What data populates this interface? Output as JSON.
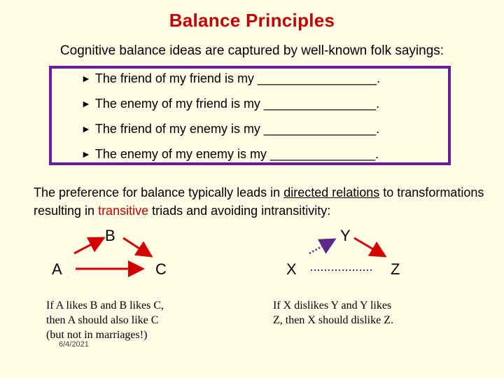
{
  "title": "Balance Principles",
  "subtitle": "Cognitive balance ideas are captured by well-known folk sayings:",
  "sayings": [
    "The friend of my friend is my _________________.",
    "The enemy of my friend is my ________________.",
    "The friend of my enemy is my ________________.",
    "The enemy of my enemy is my _______________."
  ],
  "bullet_glyph": "►",
  "paragraph": {
    "part1": "The preference for balance typically leads in ",
    "directed": "directed relations",
    "part2": " to transformations resulting in ",
    "transitive": "transitive",
    "part3": " triads and avoiding intransitivity:"
  },
  "left_triad": {
    "nodes": {
      "a": "A",
      "b": "B",
      "c": "C"
    },
    "caption_lines": [
      "If A likes B and B likes C,",
      "then A should also like C",
      "(but not in marriages!)"
    ]
  },
  "right_triad": {
    "nodes": {
      "x": "X",
      "y": "Y",
      "z": "Z"
    },
    "caption_lines": [
      "If X dislikes Y and Y likes",
      "Z, then X should dislike Z."
    ]
  },
  "date": "6/4/2021",
  "colors": {
    "title": "#c00000",
    "box_border": "#6a1b9a",
    "arrow_red": "#d40000",
    "arrow_dotted": "#5b2a86",
    "background": "#fffde6"
  }
}
